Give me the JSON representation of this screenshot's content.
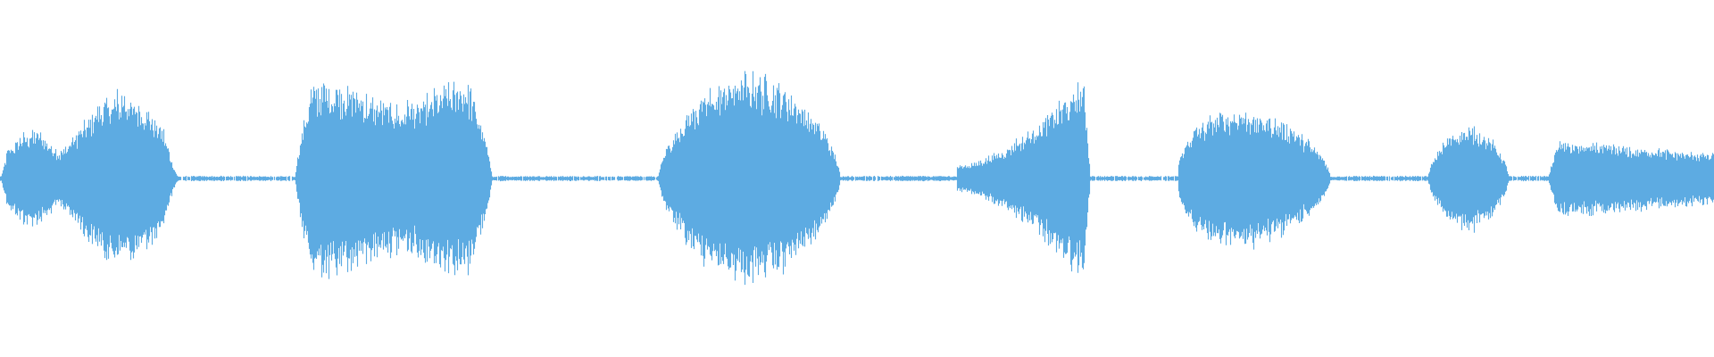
{
  "waveform": {
    "color": "#5dabe2",
    "background": "#ffffff",
    "duration_fraction_shown": 1.0,
    "segments": [
      {
        "start": 0.0,
        "end": 0.104,
        "peak": 0.4,
        "shape": "double-hump"
      },
      {
        "start": 0.172,
        "end": 0.287,
        "peak": 0.45,
        "shape": "plateau"
      },
      {
        "start": 0.384,
        "end": 0.49,
        "peak": 0.48,
        "shape": "bell"
      },
      {
        "start": 0.558,
        "end": 0.636,
        "peak": 0.5,
        "shape": "rising"
      },
      {
        "start": 0.687,
        "end": 0.776,
        "peak": 0.32,
        "shape": "bell-left"
      },
      {
        "start": 0.833,
        "end": 0.88,
        "peak": 0.24,
        "shape": "bell"
      },
      {
        "start": 0.903,
        "end": 1.0,
        "peak": 0.18,
        "shape": "flat-tail"
      }
    ],
    "silence_level": 0.012
  }
}
